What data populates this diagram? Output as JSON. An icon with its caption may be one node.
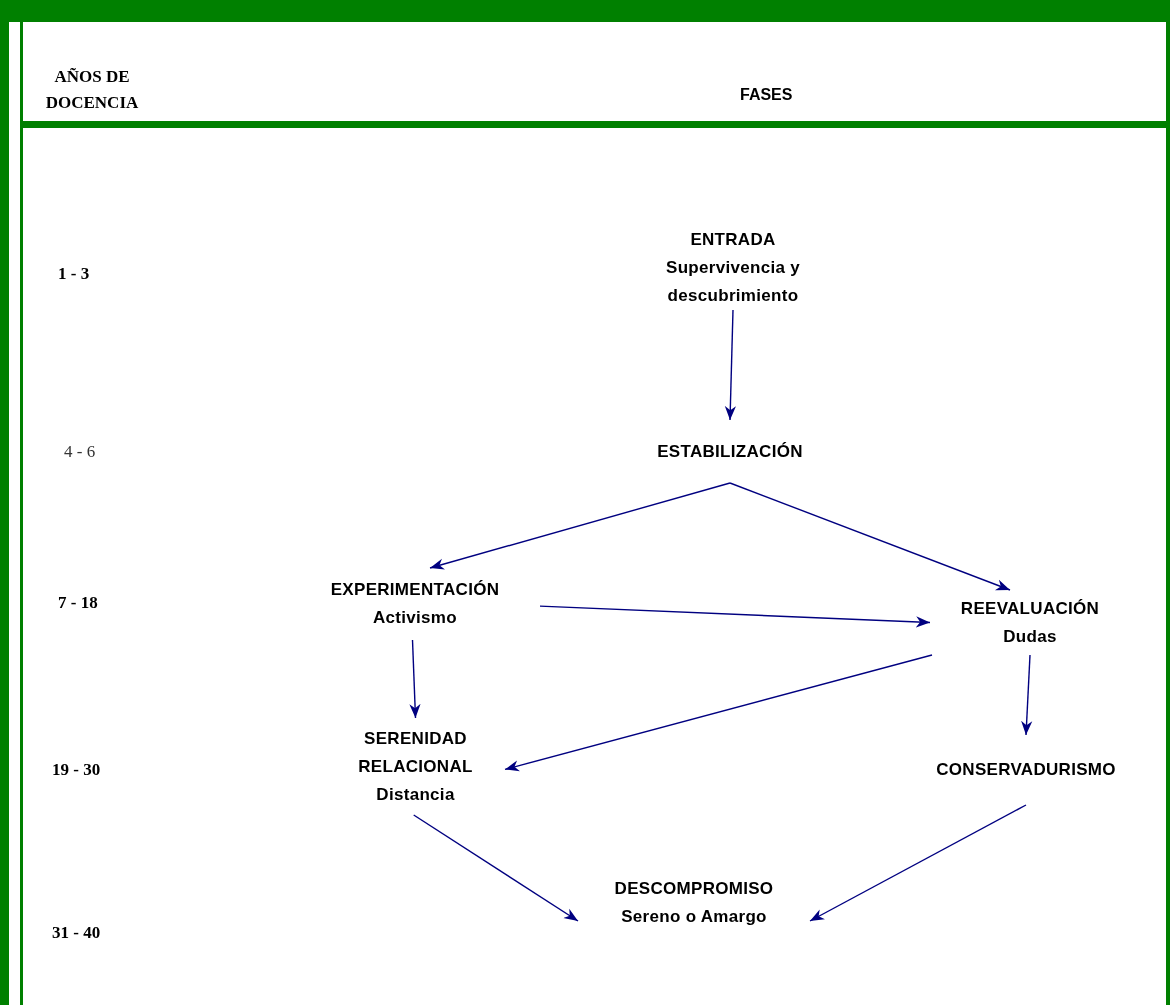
{
  "diagram": {
    "nodes": [
      {
        "text": [
          "ENTRADA",
          "Supervivencia y descubrimiento"
        ]
      },
      {
        "text": [
          "ESTABILIZACIÓN"
        ]
      },
      {
        "text": [
          "EXPERIMENTACIÓN",
          "Activismo"
        ]
      },
      {
        "text": [
          "REEVALUACIÓN",
          "Dudas"
        ]
      },
      {
        "text": [
          "SERENIDAD RELACIONAL",
          "Distancia"
        ]
      },
      {
        "text": [
          "CONSERVADURISMO"
        ]
      },
      {
        "text": [
          "DESCOMPROMISO",
          "Sereno o Amargo"
        ]
      }
    ],
    "edges": [
      {
        "from": 0,
        "to": 1,
        "arrow": "to"
      },
      {
        "from": 1,
        "to": 2,
        "arrow": "to"
      },
      {
        "from": 1,
        "to": 3,
        "arrow": "to"
      },
      {
        "from": 2,
        "to": 3,
        "arrow": "to"
      },
      {
        "from": 2,
        "to": 4,
        "arrow": "to"
      },
      {
        "from": 3,
        "to": 4,
        "arrow": "to"
      },
      {
        "from": 3,
        "to": 5,
        "arrow": "to"
      },
      {
        "from": 4,
        "to": 6,
        "arrow": "to"
      },
      {
        "from": 5,
        "to": 6,
        "arrow": "to"
      }
    ],
    "labels": [
      "AÑOS DE DOCENCIA",
      "FASES",
      "1 - 3",
      "4 - 6",
      "7 - 18",
      "19 - 30",
      "31 - 40"
    ]
  }
}
